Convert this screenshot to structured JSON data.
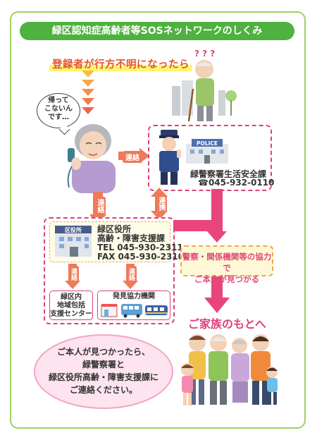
{
  "title": "緑区認知症高齢者等SOSネットワークのしくみ",
  "headline": "登録者が行方不明になったら",
  "speech_bubble": [
    "帰って",
    "こないん",
    "です…"
  ],
  "connector_labels": {
    "family_to_police": "連絡",
    "family_to_office": "連絡",
    "police_office": "連携",
    "office_to_center": "連絡",
    "office_to_partners": "連絡"
  },
  "police": {
    "badge": "POLICE",
    "name": "緑警察署生活安全課",
    "phone": "☎045-932-0110"
  },
  "office": {
    "badge": "区役所",
    "name_line1": "緑区役所",
    "name_line2": "高齢・障害支援課",
    "tel": "TEL 045-930-2311",
    "fax": "FAX 045-930-2310"
  },
  "center_box": [
    "緑区内",
    "地域包括",
    "支援センター"
  ],
  "partners_box": "発見協力機関",
  "found_box": [
    "警察・関係機関等の協力で",
    "ご本人が見つかる"
  ],
  "family_text": "ご家族のもとへ",
  "contact_note": [
    "ご本人が見つかったら、",
    "緑警察署と",
    "緑区役所高齢・障害支援課に",
    "ご連絡ください。"
  ],
  "colors": {
    "frame_green": "#9fce5f",
    "title_green": "#4fb13f",
    "arrow_orange": "#ee7a5a",
    "accent_pink": "#e0407a",
    "big_arrow_pink": "#e8457b",
    "note_pink_bg": "#fde4ef"
  }
}
